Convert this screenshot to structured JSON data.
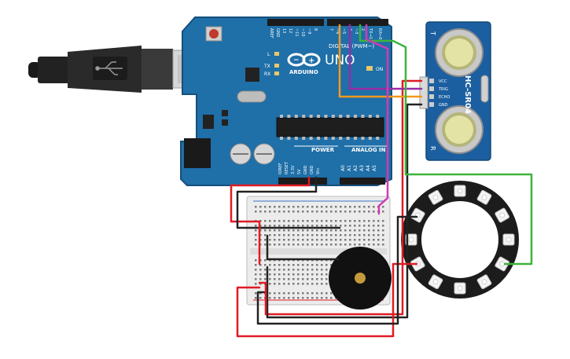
{
  "arduino": {
    "brand": "ARDUINO",
    "model": "UNO",
    "digital_label": "DIGITAL (PWM~)",
    "power_label": "POWER",
    "analog_label": "ANALOG IN",
    "on_label": "ON",
    "led_labels": [
      "L",
      "TX",
      "RX"
    ],
    "top_pins": [
      "AREF",
      "GND",
      "13",
      "12",
      "~11",
      "~10",
      "~9",
      "8",
      "7",
      "~6",
      "~5",
      "4",
      "~3",
      "2",
      "TX→1",
      "RX←0"
    ],
    "power_pins": [
      "IOREF",
      "RESET",
      "3.3V",
      "5V",
      "GND",
      "GND",
      "Vin"
    ],
    "analog_pins": [
      "A0",
      "A1",
      "A2",
      "A3",
      "A4",
      "A5"
    ]
  },
  "sensor": {
    "model": "HC-SR04",
    "pins": [
      "VCC",
      "TRIG",
      "ECHO",
      "GND"
    ],
    "mark_top": "T",
    "mark_bottom": "R"
  },
  "colors": {
    "board": "#1f6fa8",
    "board_dark": "#15507d",
    "sensor": "#1c5fa0",
    "wire_red": "#e01b24",
    "wire_black": "#222222",
    "wire_green": "#3cb43c",
    "wire_orange": "#f39a1e",
    "wire_purple": "#9b2aa6",
    "wire_magenta": "#d13bb3"
  }
}
